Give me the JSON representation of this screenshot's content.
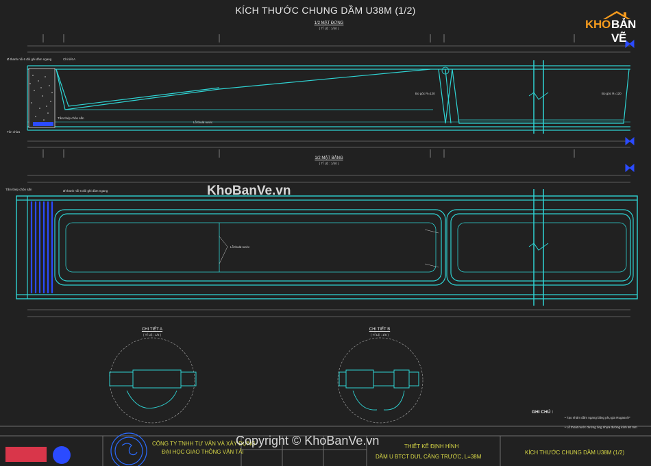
{
  "drawing": {
    "title": "KÍCH THƯỚC CHUNG DẦM U38M (1/2)",
    "view1": {
      "title": "1/2 MẶT ĐỨNG",
      "scale": "( TỈ LỆ : 1/40 )"
    },
    "view2": {
      "title": "1/2 MẶT BẰNG",
      "scale": "( TỈ LỆ : 1/40 )"
    },
    "detailA": {
      "title": "CHI TIẾT A",
      "scale": "( TỈ LỆ : 1/5 )"
    },
    "detailB": {
      "title": "CHI TIẾT B",
      "scale": "( TỈ LỆ : 1/5 )"
    },
    "notes_title": "GHI CHÚ :",
    "notes": [
      "• Tạo nhám dầm ngang bằng phụ gia Rugasol F",
      "• Lỗ thoát nước đường ống nhựa đường kính 80 mm"
    ],
    "annotations": {
      "thanh_neo": "Ø thanh nối 6 đôi ghi dầm ngang",
      "chi_tiet_a": "Chi tiết A",
      "ton_chua": "Tôn chừa",
      "tam_thep": "Tấm thép chôn sẵn",
      "lo_thoat": "Lỗ thoát nước",
      "bo_goc_l": "Bo góc R=120",
      "bo_goc_r": "Bo góc R=120",
      "lo_thoat_2": "Lỗ thoát nước",
      "tam_thep_2": "Tấm thép chôn sẵn",
      "thanh_neo_2": "Ø thanh nối 6 đôi ghi dầm ngang"
    }
  },
  "watermarks": {
    "center": "KhoBanVe.vn",
    "copyright": "Copyright © KhoBanVe.vn"
  },
  "logo": {
    "text_a": "KHO",
    "text_b": "BẢN VẼ"
  },
  "title_block": {
    "company_line1": "CÔNG TY TNHH TƯ VẤN VÀ XÂY DỰNG",
    "company_line2": "ĐẠI HỌC GIAO THÔNG VẬN TẢI",
    "project_line1": "THIẾT KẾ ĐỊNH HÌNH",
    "project_line2": "DẦM U BTCT DƯL CĂNG TRƯỚC, L=38M",
    "sheet_title": "KÍCH THƯỚC CHUNG DẦM U38M (1/2)"
  },
  "colors": {
    "background": "#212121",
    "cyan": "#2fd4d4",
    "blue": "#2b4bff",
    "yellow": "#d9d947",
    "logo_orange": "#f39a1e"
  }
}
